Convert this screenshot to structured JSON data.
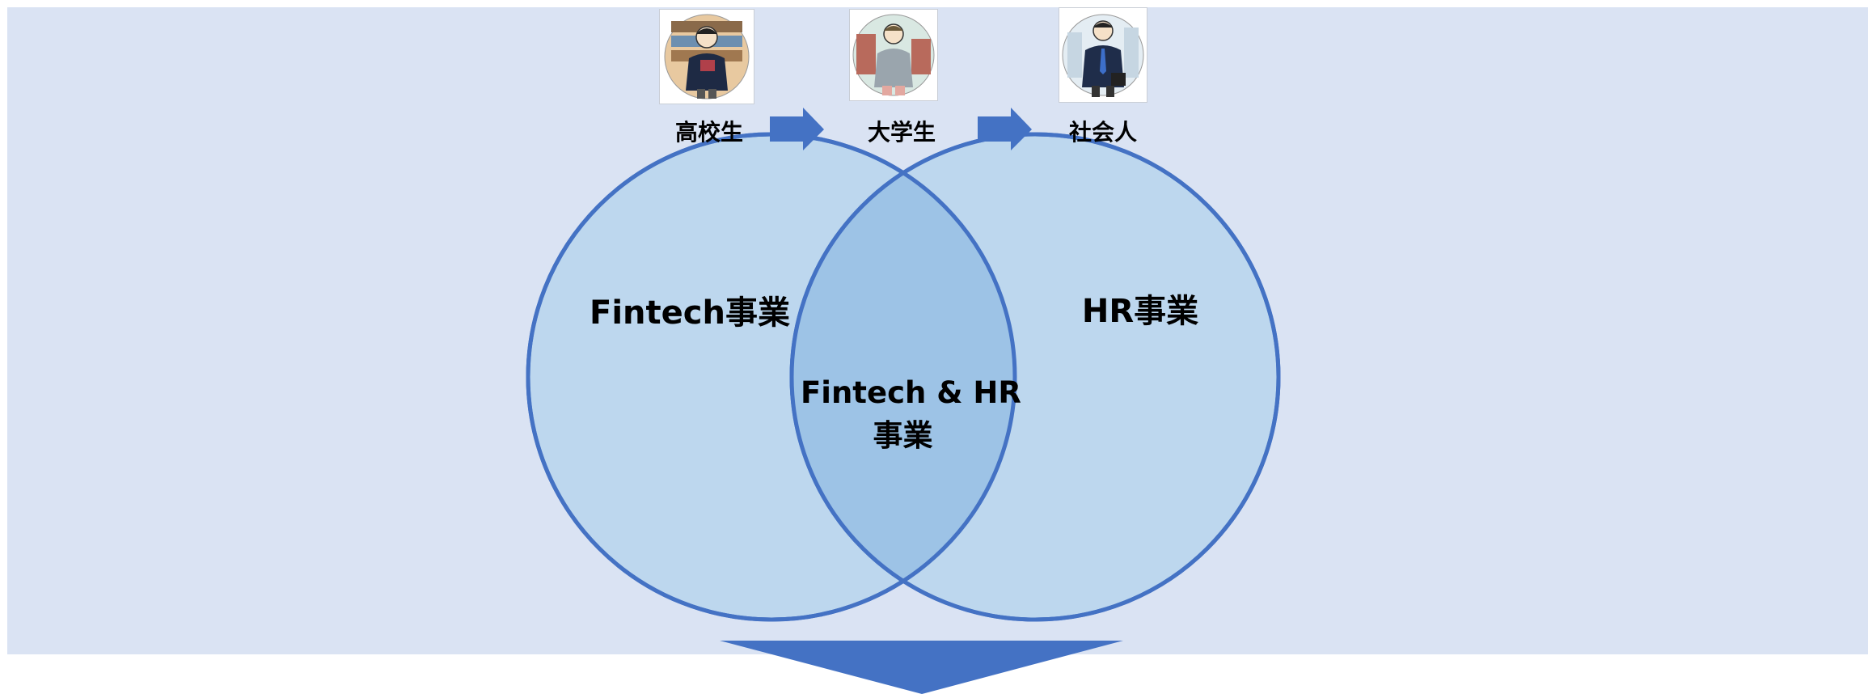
{
  "stages": [
    {
      "label": "高校生",
      "icon": "student-avatar-icon"
    },
    {
      "label": "大学生",
      "icon": "university-student-avatar-icon"
    },
    {
      "label": "社会人",
      "icon": "businessman-avatar-icon"
    }
  ],
  "venn": {
    "left_label": "Fintech事業",
    "right_label": "HR事業",
    "overlap_label_line1": "Fintech & HR",
    "overlap_label_line2": "事業"
  },
  "colors": {
    "background_panel": "#dae3f3",
    "circle_fill": "#bdd7ee",
    "overlap_fill": "#9dc3e6",
    "accent": "#4472c4"
  }
}
